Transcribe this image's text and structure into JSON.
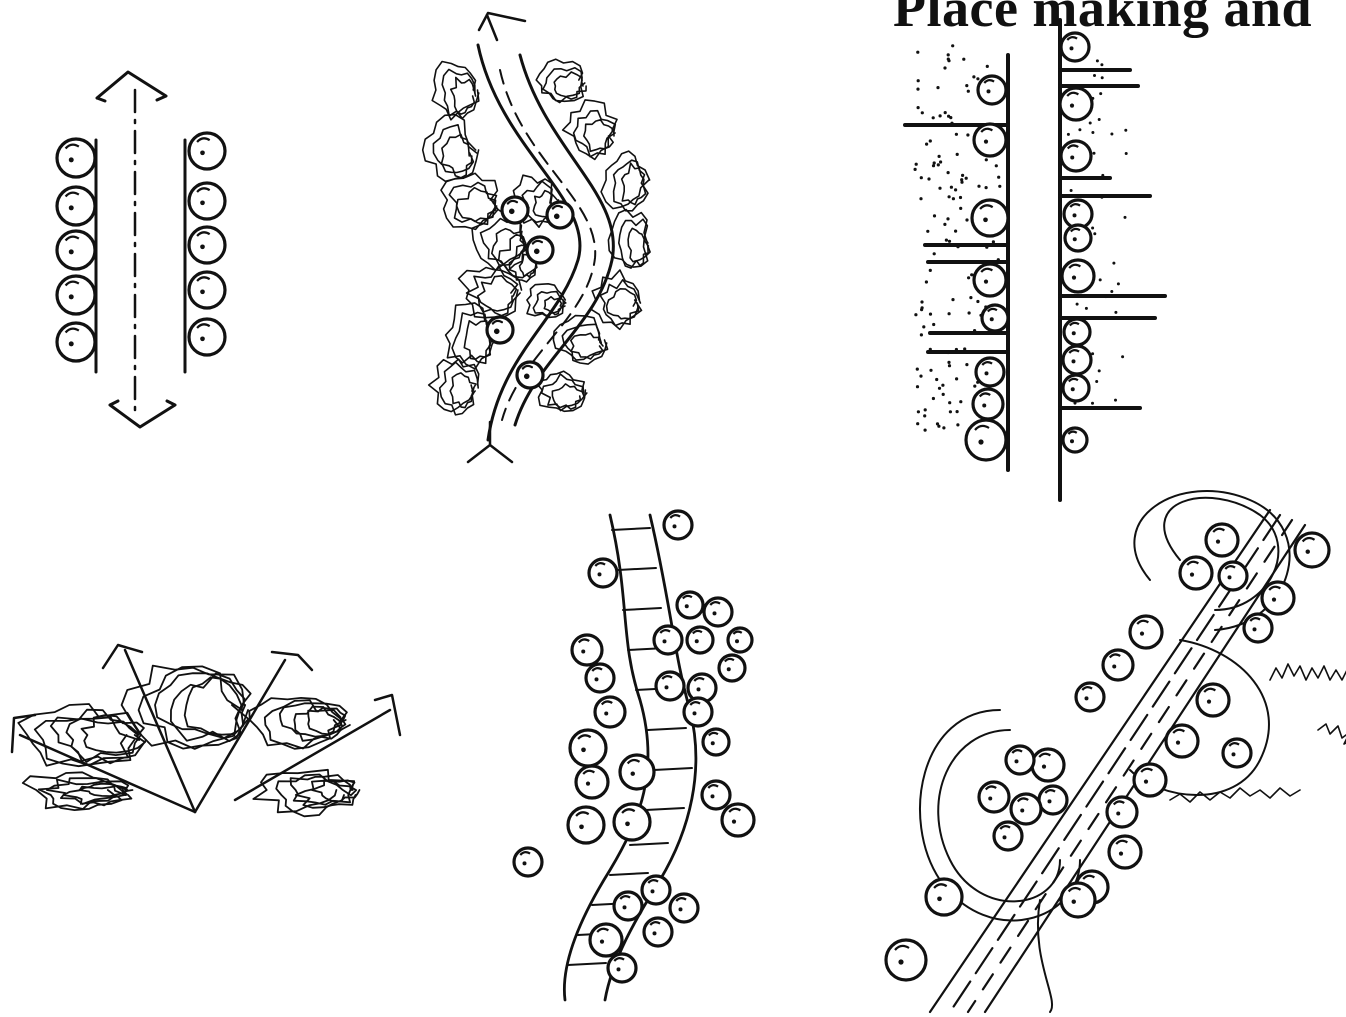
{
  "page": {
    "heading": "Place making and",
    "background": "#ffffff",
    "ink_color": "#111111"
  },
  "sketches": [
    {
      "id": "straight-avenue",
      "description_icon": "tree-avenue-icon"
    },
    {
      "id": "winding-woodland-path",
      "description_icon": "woodland-path-icon"
    },
    {
      "id": "street-frontage",
      "description_icon": "building-frontage-icon"
    },
    {
      "id": "radiating-paths",
      "description_icon": "radiating-paths-icon"
    },
    {
      "id": "meandering-boardwalk",
      "description_icon": "boardwalk-icon"
    },
    {
      "id": "diagonal-promenade",
      "description_icon": "promenade-icon"
    }
  ]
}
